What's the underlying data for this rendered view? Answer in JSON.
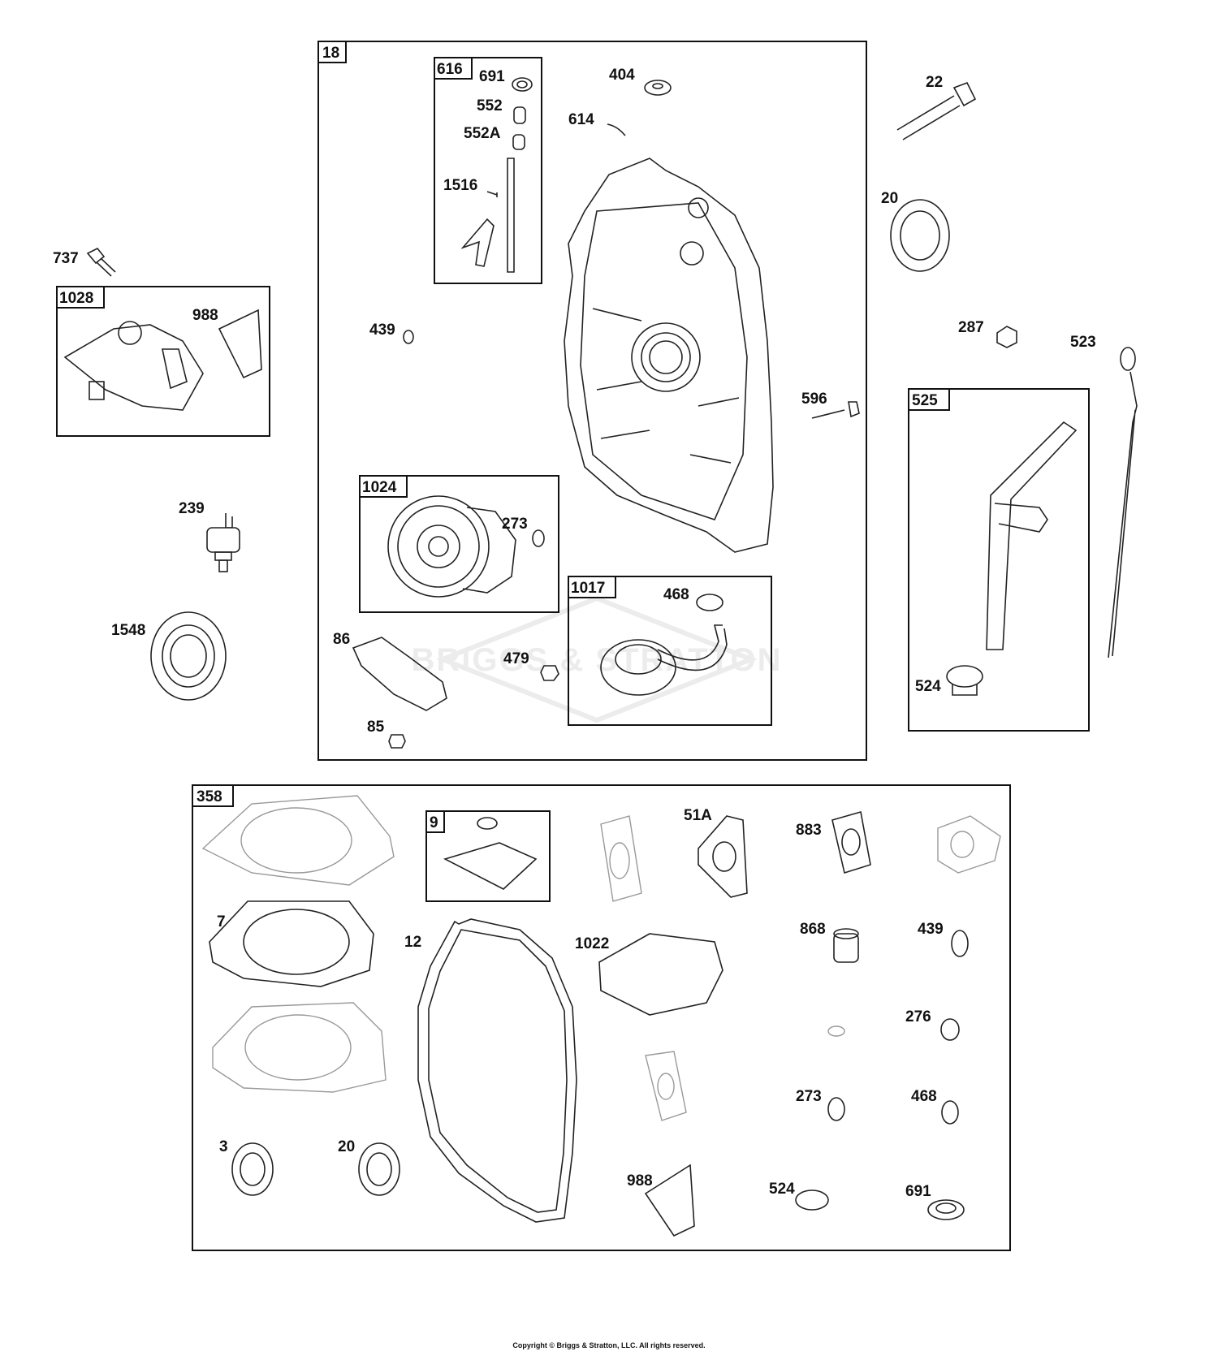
{
  "watermark": "BRIGGS & STRATTON",
  "copyright": "Copyright © Briggs & Stratton, LLC. All rights reserved.",
  "groups": {
    "g18": "18",
    "g616": "616",
    "g1028": "1028",
    "g1024": "1024",
    "g1017": "1017",
    "g525": "525",
    "g358": "358",
    "g9": "9"
  },
  "callouts": {
    "p691a": "691",
    "p552": "552",
    "p552A": "552A",
    "p1516": "1516",
    "p404": "404",
    "p614": "614",
    "p22": "22",
    "p20a": "20",
    "p737": "737",
    "p988a": "988",
    "p439a": "439",
    "p287": "287",
    "p523": "523",
    "p596": "596",
    "p239": "239",
    "p273a": "273",
    "p1548": "1548",
    "p468a": "468",
    "p86": "86",
    "p479": "479",
    "p524a": "524",
    "p85": "85",
    "p51A": "51A",
    "p883": "883",
    "p7": "7",
    "p12": "12",
    "p1022": "1022",
    "p868": "868",
    "p439b": "439",
    "p276": "276",
    "p273b": "273",
    "p468b": "468",
    "p3": "3",
    "p20b": "20",
    "p988b": "988",
    "p524b": "524",
    "p691b": "691"
  }
}
